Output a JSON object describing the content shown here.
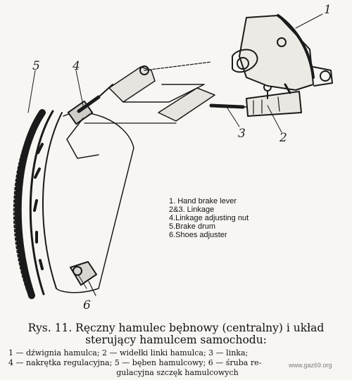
{
  "callouts": {
    "n1": "1",
    "n2": "2",
    "n3": "3",
    "n4": "4",
    "n5": "5",
    "n6": "6"
  },
  "legend": [
    "1. Hand brake lever",
    "2&3. Linkage",
    "4.Linkage adjusting nut",
    "5.Brake drum",
    "6.Shoes adjuster"
  ],
  "caption": {
    "line1": "Rys. 11. Ręczny hamulec bębnowy (centralny) i układ",
    "line2": "sterujący hamulcem samochodu:",
    "body1": "1 — dźwignia hamulca; 2 — widełki linki hamulca; 3 — linka;",
    "body2": "4 — nakrętka regulacyjna; 5 — bęben hamulcowy; 6 — śruba re-",
    "body3": "gulacyjna szczęk hamulcowych"
  },
  "watermark": "www.gaz69.org",
  "colors": {
    "ink": "#1a1a1a",
    "paper": "#f7f6f3"
  }
}
